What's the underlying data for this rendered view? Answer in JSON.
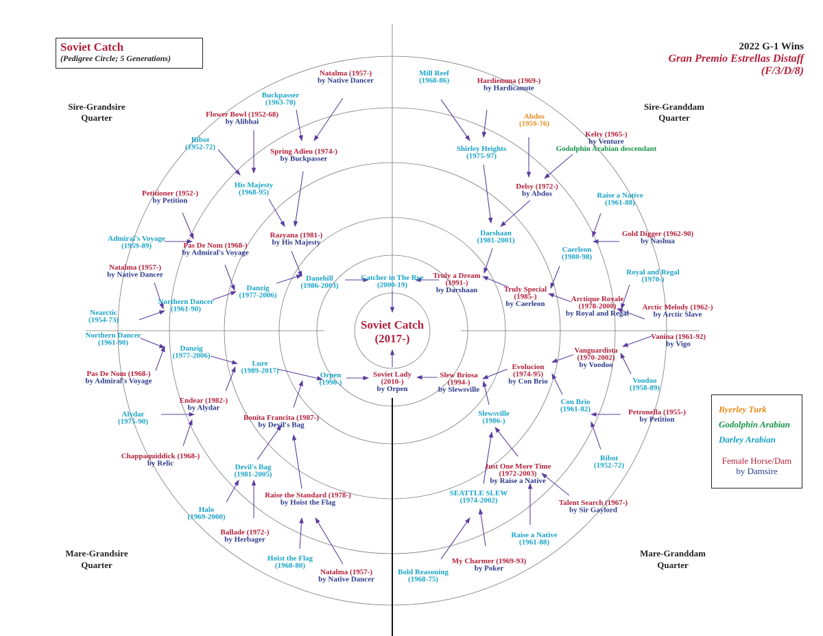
{
  "title": {
    "name": "Soviet Catch",
    "subtitle": "(Pedigree Circle; 5 Generations)"
  },
  "wins": {
    "heading": "2022 G-1 Wins",
    "race": "Gran Premio Estrellas Distaff",
    "details": "(F/3/D/8)"
  },
  "quarters": {
    "sire_grandsire": [
      "Sire-Grandsire",
      "Quarter"
    ],
    "sire_granddam": [
      "Sire-Granddam",
      "Quarter"
    ],
    "mare_grandsire": [
      "Mare-Grandsire",
      "Quarter"
    ],
    "mare_granddam": [
      "Mare-Granddam",
      "Quarter"
    ]
  },
  "legend": {
    "byerley": "Byerley Turk",
    "godolphin": "Godolphin Arabian",
    "darley": "Darley Arabian",
    "female": "Female Horse/Dam",
    "damsire": "by Damsire",
    "colors": {
      "byerley": "#e88a1a",
      "godolphin": "#17944a",
      "darley": "#1aa3c6",
      "dam": "#b31f3a",
      "by": "#2d3a8c"
    }
  },
  "nodes": {
    "center": [
      {
        "text": "Soviet Catch",
        "role": "dam"
      },
      {
        "text": "(2017-)",
        "role": "dam"
      }
    ],
    "catcher": [
      {
        "text": "Catcher in The Rye",
        "role": "sire"
      },
      {
        "text": "(2000-19)",
        "role": "sire"
      }
    ],
    "sovietlady": [
      {
        "text": "Soviet Lady",
        "role": "dam"
      },
      {
        "text": "(2010-)",
        "role": "dam"
      },
      {
        "text": "by Orpen",
        "role": "by"
      }
    ],
    "danehill": [
      {
        "text": "Danehill",
        "role": "sire"
      },
      {
        "text": "(1986-2003)",
        "role": "sire"
      }
    ],
    "trulydream": [
      {
        "text": "Truly a Dream",
        "role": "dam"
      },
      {
        "text": "(1991-)",
        "role": "dam"
      },
      {
        "text": "by Darshaan",
        "role": "by"
      }
    ],
    "orpen": [
      {
        "text": "Orpen",
        "role": "sire"
      },
      {
        "text": "(1996-)",
        "role": "sire"
      }
    ],
    "slewbriosa": [
      {
        "text": "Slew Briosa",
        "role": "dam"
      },
      {
        "text": "(1994-)",
        "role": "dam"
      },
      {
        "text": "by Slewsville",
        "role": "by"
      }
    ],
    "razyana": [
      {
        "text": "Razyana (1981-)",
        "role": "dam"
      },
      {
        "text": "by His Majesty",
        "role": "by"
      }
    ],
    "danzig1": [
      {
        "text": "Danzig",
        "role": "sire"
      },
      {
        "text": "(1977-2006)",
        "role": "sire"
      }
    ],
    "darshaan": [
      {
        "text": "Darshaan",
        "role": "sire"
      },
      {
        "text": "(1981-2001)",
        "role": "sire"
      }
    ],
    "trulyspecial": [
      {
        "text": "Truly Special",
        "role": "dam"
      },
      {
        "text": "(1985-)",
        "role": "dam"
      },
      {
        "text": "by Caerleon",
        "role": "by"
      }
    ],
    "lure": [
      {
        "text": "Lure",
        "role": "sire"
      },
      {
        "text": "(1989-2017)",
        "role": "sire"
      }
    ],
    "bonita": [
      {
        "text": "Bonita Francita (1987-)",
        "role": "dam"
      },
      {
        "text": "by Devil's Bag",
        "role": "by"
      }
    ],
    "evolucion": [
      {
        "text": "Evolucion",
        "role": "dam"
      },
      {
        "text": "(1974-95)",
        "role": "dam"
      },
      {
        "text": "by Con Brio",
        "role": "by"
      }
    ],
    "slewsville": [
      {
        "text": "Slewsville",
        "role": "sire"
      },
      {
        "text": "(1986-)",
        "role": "sire"
      }
    ],
    "springadieu": [
      {
        "text": "Spring Adieu (1974-)",
        "role": "dam"
      },
      {
        "text": "by Buckpasser",
        "role": "by"
      }
    ],
    "hismajesty": [
      {
        "text": "His Majesty",
        "role": "sire"
      },
      {
        "text": "(1968-95)",
        "role": "sire"
      }
    ],
    "pasdenom1": [
      {
        "text": "Pas De Nom (1968-)",
        "role": "dam"
      },
      {
        "text": "by Admiral's Voyage",
        "role": "by"
      }
    ],
    "northerndancer1": [
      {
        "text": "Northern Dancer",
        "role": "sire"
      },
      {
        "text": "(1961-90)",
        "role": "sire"
      }
    ],
    "shirley": [
      {
        "text": "Shirley Heights",
        "role": "sire"
      },
      {
        "text": "(1975-97)",
        "role": "sire"
      }
    ],
    "delsy": [
      {
        "text": "Delsy (1972-)",
        "role": "dam"
      },
      {
        "text": "by Abdos",
        "role": "by"
      }
    ],
    "caerleon": [
      {
        "text": "Caerleon",
        "role": "sire"
      },
      {
        "text": "(1980-98)",
        "role": "sire"
      }
    ],
    "arctique": [
      {
        "text": "Arctique Royale",
        "role": "dam"
      },
      {
        "text": "(1978-2000)",
        "role": "dam"
      },
      {
        "text": "by Royal and Regal",
        "role": "by"
      }
    ],
    "danzig2": [
      {
        "text": "Danzig",
        "role": "sire"
      },
      {
        "text": "(1977-2006)",
        "role": "sire"
      }
    ],
    "endear": [
      {
        "text": "Endear (1982-)",
        "role": "dam"
      },
      {
        "text": "by Alydar",
        "role": "by"
      }
    ],
    "devilsbag": [
      {
        "text": "Devil's Bag",
        "role": "sire"
      },
      {
        "text": "(1981-2005)",
        "role": "sire"
      }
    ],
    "raisestandard": [
      {
        "text": "Raise the Standard (1978-)",
        "role": "dam"
      },
      {
        "text": "by Hoist the Flag",
        "role": "by"
      }
    ],
    "vanguardista": [
      {
        "text": "Vanguardista",
        "role": "dam"
      },
      {
        "text": "(1970-2002)",
        "role": "dam"
      },
      {
        "text": "by Voodoo",
        "role": "by"
      }
    ],
    "conbrio": [
      {
        "text": "Con Brio",
        "role": "sire"
      },
      {
        "text": "(1961-82)",
        "role": "sire"
      }
    ],
    "justone": [
      {
        "text": "Just One More Time",
        "role": "dam"
      },
      {
        "text": "(1972-2003)",
        "role": "dam"
      },
      {
        "text": "by Raise a Native",
        "role": "by"
      }
    ],
    "seattleslew": [
      {
        "text": "SEATTLE SLEW",
        "role": "sire"
      },
      {
        "text": "(1974-2002)",
        "role": "sire"
      }
    ],
    "natalma1": [
      {
        "text": "Natalma (1957-)",
        "role": "dam"
      },
      {
        "text": "by Native Dancer",
        "role": "by"
      }
    ],
    "buckpasser": [
      {
        "text": "Buckpasser",
        "role": "sire"
      },
      {
        "text": "(1963-78)",
        "role": "sire"
      }
    ],
    "flowerbowl": [
      {
        "text": "Flower Bowl (1952-68)",
        "role": "dam"
      },
      {
        "text": "by Alibhai",
        "role": "by"
      }
    ],
    "ribot1": [
      {
        "text": "Ribot",
        "role": "sire"
      },
      {
        "text": "(1952-72)",
        "role": "sire"
      }
    ],
    "petitioner": [
      {
        "text": "Petitioner (1952-)",
        "role": "dam"
      },
      {
        "text": "by Petition",
        "role": "by"
      }
    ],
    "admiral": [
      {
        "text": "Admiral's Voyage",
        "role": "sire"
      },
      {
        "text": "(1959-89)",
        "role": "sire"
      }
    ],
    "natalma2": [
      {
        "text": "Natalma (1957-)",
        "role": "dam"
      },
      {
        "text": "by Native Dancer",
        "role": "by"
      }
    ],
    "nearctic": [
      {
        "text": "Nearctic",
        "role": "sire"
      },
      {
        "text": "(1954-73)",
        "role": "sire"
      }
    ],
    "millreef": [
      {
        "text": "Mill Reef",
        "role": "sire"
      },
      {
        "text": "(1968-86)",
        "role": "sire"
      }
    ],
    "hardiemma": [
      {
        "text": "Hardiemma (1969-)",
        "role": "dam"
      },
      {
        "text": "by Hardicanute",
        "role": "by"
      }
    ],
    "abdos": [
      {
        "text": "Abdos",
        "role": "byerley"
      },
      {
        "text": "(1959-76)",
        "role": "byerley"
      }
    ],
    "kelty": [
      {
        "text": "Kelty (1965-)",
        "role": "dam"
      },
      {
        "text": "by Venture",
        "role": "by"
      },
      {
        "text": "Godolphin Arabian descendant",
        "role": "godolphin"
      }
    ],
    "raisenative1": [
      {
        "text": "Raise a Native",
        "role": "sire"
      },
      {
        "text": "(1961-88)",
        "role": "sire"
      }
    ],
    "golddigger": [
      {
        "text": "Gold Digger (1962-90)",
        "role": "dam"
      },
      {
        "text": "by Nashua",
        "role": "by"
      }
    ],
    "royalregal": [
      {
        "text": "Royal and Regal",
        "role": "sire"
      },
      {
        "text": "(1970-)",
        "role": "sire"
      }
    ],
    "arcticmelody": [
      {
        "text": "Arctic Melody (1962-)",
        "role": "dam"
      },
      {
        "text": "by Arctic Slave",
        "role": "by"
      }
    ],
    "northerndancer2": [
      {
        "text": "Northern Dancer",
        "role": "sire"
      },
      {
        "text": "(1961-90)",
        "role": "sire"
      }
    ],
    "pasdenom2": [
      {
        "text": "Pas De Nom (1968-)",
        "role": "dam"
      },
      {
        "text": "by Admiral's Voyage",
        "role": "by"
      }
    ],
    "alydar": [
      {
        "text": "Alydar",
        "role": "sire"
      },
      {
        "text": "(1975-90)",
        "role": "sire"
      }
    ],
    "chappa": [
      {
        "text": "Chappaquiddick (1968-)",
        "role": "dam"
      },
      {
        "text": "by Relic",
        "role": "by"
      }
    ],
    "halo": [
      {
        "text": "Halo",
        "role": "sire"
      },
      {
        "text": "(1969-2000)",
        "role": "sire"
      }
    ],
    "ballade": [
      {
        "text": "Ballade (1972-)",
        "role": "dam"
      },
      {
        "text": "by Herbager",
        "role": "by"
      }
    ],
    "hoistflag": [
      {
        "text": "Hoist the Flag",
        "role": "sire"
      },
      {
        "text": "(1968-80)",
        "role": "sire"
      }
    ],
    "natalma3": [
      {
        "text": "Natalma (1957-)",
        "role": "dam"
      },
      {
        "text": "by Native Dancer",
        "role": "by"
      }
    ],
    "vanina": [
      {
        "text": "Vanina (1961-92)",
        "role": "dam"
      },
      {
        "text": "by Vigo",
        "role": "by"
      }
    ],
    "voodoo": [
      {
        "text": "Voodoo",
        "role": "sire"
      },
      {
        "text": "(1958-89)",
        "role": "sire"
      }
    ],
    "petronella": [
      {
        "text": "Petronella (1955-)",
        "role": "dam"
      },
      {
        "text": "by Petition",
        "role": "by"
      }
    ],
    "ribot2": [
      {
        "text": "Ribot",
        "role": "sire"
      },
      {
        "text": "(1952-72)",
        "role": "sire"
      }
    ],
    "talent": [
      {
        "text": "Talent Search (1967-)",
        "role": "dam"
      },
      {
        "text": "by Sir Gaylord",
        "role": "by"
      }
    ],
    "raisenative2": [
      {
        "text": "Raise a Native",
        "role": "sire"
      },
      {
        "text": "(1961-88)",
        "role": "sire"
      }
    ],
    "mycharmer": [
      {
        "text": "My Charmer (1969-93)",
        "role": "dam"
      },
      {
        "text": "by Poker",
        "role": "by"
      }
    ],
    "boldreasoning": [
      {
        "text": "Bold Reasoning",
        "role": "sire"
      },
      {
        "text": "(1968-75)",
        "role": "sire"
      }
    ]
  }
}
